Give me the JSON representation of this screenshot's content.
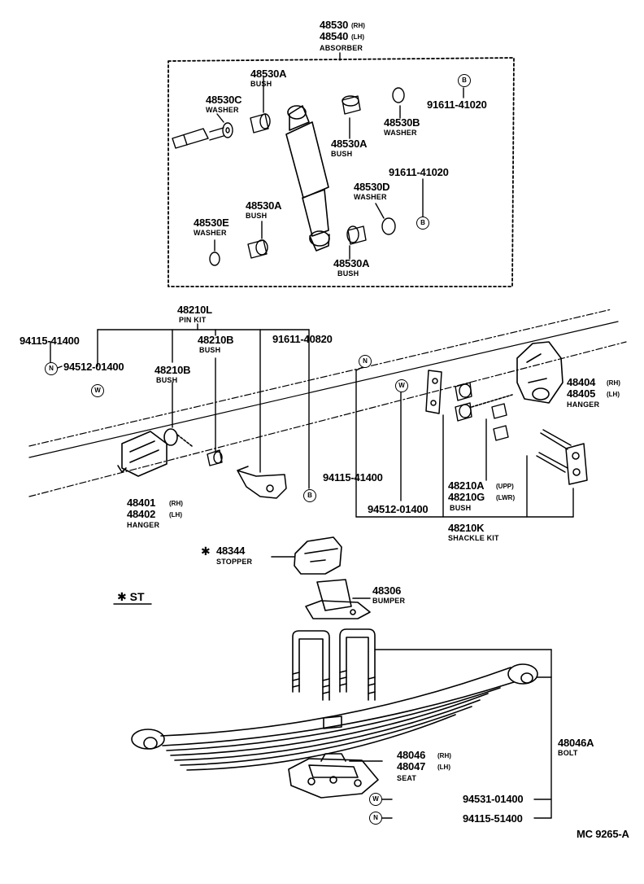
{
  "absorber_group": {
    "part_rh": "48530",
    "part_rh_suffix": "(RH)",
    "part_lh": "48540",
    "part_lh_suffix": "(LH)",
    "name": "ABSORBER",
    "bush_top": {
      "pn": "48530A",
      "name": "BUSH"
    },
    "washer_c": {
      "pn": "48530C",
      "name": "WASHER"
    },
    "washer_b": {
      "pn": "48530B",
      "name": "WASHER"
    },
    "bush_mid": {
      "pn": "48530A",
      "name": "BUSH"
    },
    "bolt_top": {
      "pn": "91611-41020",
      "callout": "B"
    },
    "bolt_mid": {
      "pn": "91611-41020",
      "callout": "B"
    },
    "washer_d": {
      "pn": "48530D",
      "name": "WASHER"
    },
    "bush_low": {
      "pn": "48530A",
      "name": "BUSH"
    },
    "washer_e": {
      "pn": "48530E",
      "name": "WASHER"
    },
    "bush_bottom": {
      "pn": "48530A",
      "name": "BUSH"
    }
  },
  "pin_kit": {
    "pn": "48210L",
    "name": "PIN KIT",
    "nut": {
      "pn": "94115-41400",
      "callout": "N"
    },
    "washer": {
      "pn": "94512-01400",
      "callout": "W"
    },
    "bush_a": {
      "pn": "48210B",
      "name": "BUSH"
    },
    "bush_b": {
      "pn": "48210B",
      "name": "BUSH"
    },
    "bolt": {
      "pn": "91611-40820",
      "callout": "B"
    }
  },
  "front_hanger": {
    "pn_rh": "48401",
    "sfx_rh": "(RH)",
    "pn_lh": "48402",
    "sfx_lh": "(LH)",
    "name": "HANGER"
  },
  "rear_hanger": {
    "pn_rh": "48404",
    "sfx_rh": "(RH)",
    "pn_lh": "48405",
    "sfx_lh": "(LH)",
    "name": "HANGER"
  },
  "shackle": {
    "nut_callout": "N",
    "washer_callout": "W",
    "nut_pn": "94115-41400",
    "washer_pn": "94512-01400",
    "bush_upp": "48210A",
    "bush_upp_sfx": "(UPP)",
    "bush_lwr": "48210G",
    "bush_lwr_sfx": "(LWR)",
    "bush_name": "BUSH",
    "kit_pn": "48210K",
    "kit_name": "SHACKLE KIT"
  },
  "stopper": {
    "mark": "✱",
    "pn": "48344",
    "name": "STOPPER"
  },
  "st_note": {
    "text": "✱ ST"
  },
  "bumper": {
    "pn": "48306",
    "name": "BUMPER"
  },
  "spring": {
    "seat_rh": "48046",
    "seat_rh_sfx": "(RH)",
    "seat_lh": "48047",
    "seat_lh_sfx": "(LH)",
    "seat_name": "SEAT",
    "bolt_pn": "48046A",
    "bolt_name": "BOLT",
    "washer_callout": "W",
    "washer_pn": "94531-01400",
    "nut_callout": "N",
    "nut_pn": "94115-51400"
  },
  "footer": {
    "code": "MC  9265-A"
  }
}
